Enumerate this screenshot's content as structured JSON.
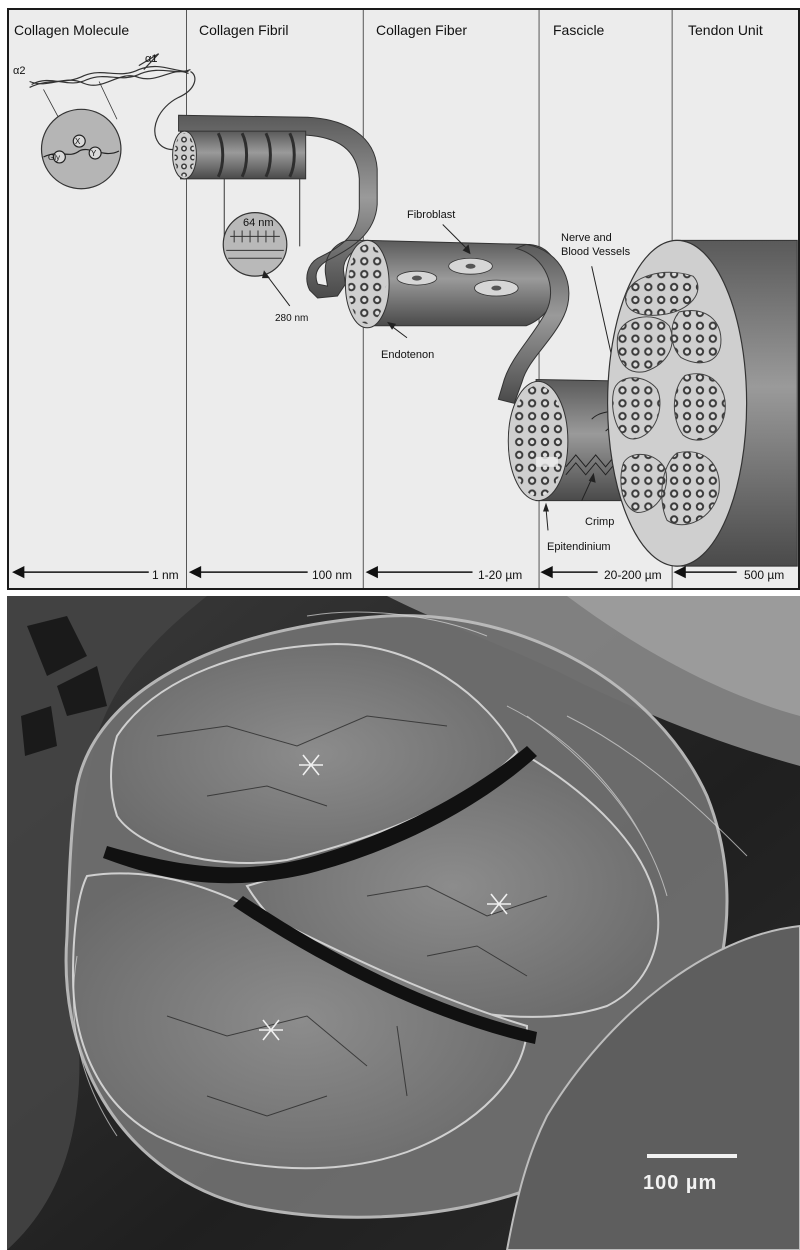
{
  "columns": [
    {
      "title": "Collagen Molecule",
      "scale": "1 nm"
    },
    {
      "title": "Collagen Fibril",
      "scale": "100 nm"
    },
    {
      "title": "Collagen Fiber",
      "scale": "1-20 µm"
    },
    {
      "title": "Fascicle",
      "scale": "20-200 µm"
    },
    {
      "title": "Tendon Unit",
      "scale": "500 µm"
    }
  ],
  "molecule_labels": {
    "alpha2": "α2",
    "alpha1": "α1",
    "gly": "Gly",
    "x": "X",
    "y": "Y"
  },
  "fibril_labels": {
    "period": "64 nm",
    "diameter": "280 nm"
  },
  "fiber_labels": {
    "fibroblast": "Fibroblast",
    "endotenon": "Endotenon"
  },
  "fascicle_labels": {
    "nerve": "Nerve and",
    "vessels": "Blood Vessels",
    "crimp": "Crimp",
    "epitendinium": "Epitendinium"
  },
  "micrograph": {
    "scale_bar": "100 µm"
  }
}
